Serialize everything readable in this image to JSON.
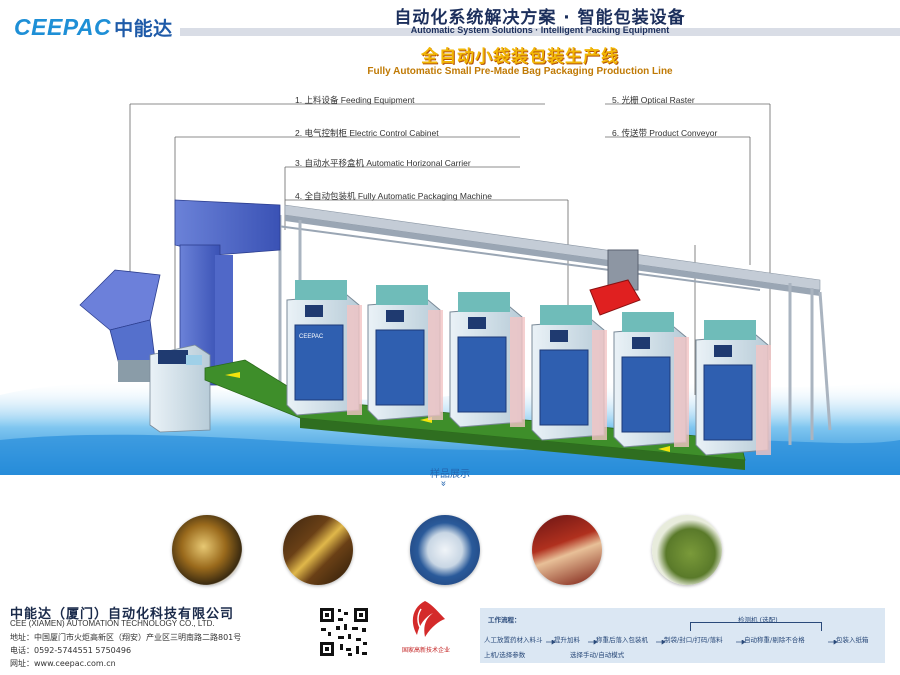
{
  "header": {
    "logo_en": "CEEPAC",
    "logo_cn": "中能达",
    "slogan_cn": "自动化系统解决方案 · 智能包装设备",
    "slogan_en": "Automatic System Solutions · Intelligent Packing Equipment"
  },
  "title": {
    "cn": "全自动小袋装包装生产线",
    "en": "Fully Automatic Small Pre-Made Bag Packaging Production Line"
  },
  "callouts": [
    "1. 上料设备 Feeding Equipment",
    "2. 电气控制柜 Electric Control Cabinet",
    "3. 自动水平移盒机 Automatic Horizonal Carrier",
    "4. 全自动包装机 Fully Automatic Packaging Machine",
    "5. 光栅 Optical Raster",
    "6. 传送带 Product Conveyor"
  ],
  "machine_brand": "CEEPAC",
  "samples": {
    "title": "样品展示",
    "chevron": "»"
  },
  "footer": {
    "company_cn": "中能达（厦门）自动化科技有限公司",
    "company_en": "CEE (XIAMEN) AUTOMATION TECHNOLOGY CO., LTD.",
    "address": "地址：中国厦门市火炬高新区（翔安）产业区三明南路二路801号",
    "phone": "电话：0592-5744551  5750496",
    "website": "网址：www.ceepac.com.cn",
    "honor_label": "国家高新技术企业",
    "flow_title": "工作流程：",
    "flow_branch": "检测机 (选配)",
    "flow_row1": [
      "人工放置药材入料斗",
      "提升加料",
      "称重后落入包装机",
      "制袋/封口/打码/落料",
      "自动称重/剔除不合格",
      "包装入纸箱"
    ],
    "flow_row2": [
      "上机/选择参数",
      "选择手动/自动模式"
    ]
  },
  "colors": {
    "brand_blue": "#1e8fd6",
    "title_yellow": "#f2b705",
    "conveyor_green": "#3e8e2a",
    "machine_blue": "#2f5fb0",
    "bucket_blue": "#4b63c9",
    "panel_teal": "#6fbcb9"
  }
}
